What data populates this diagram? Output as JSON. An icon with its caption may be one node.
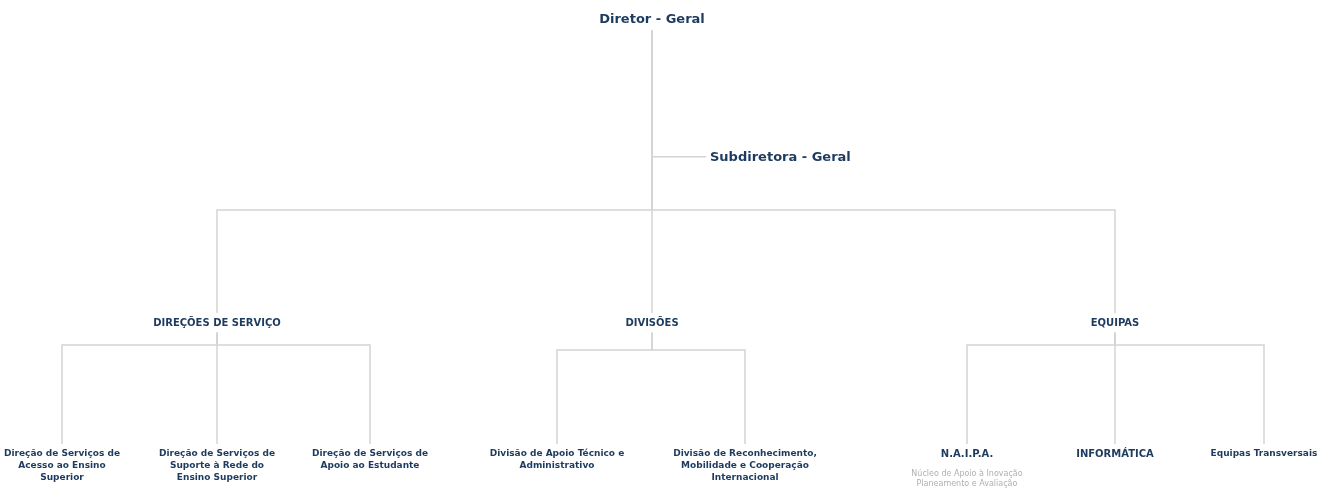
{
  "diagram": {
    "nodes": [
      {
        "text": [
          "Diretor - Geral"
        ]
      },
      {
        "text": [
          "Subdiretora - Geral"
        ]
      },
      {
        "text": [
          "DIREÇÕES DE SERVIÇO"
        ]
      },
      {
        "text": [
          "DIVISÕES"
        ]
      },
      {
        "text": [
          "EQUIPAS"
        ]
      },
      {
        "text": [
          "Direção de Serviços de Acesso ao Ensino Superior"
        ]
      },
      {
        "text": [
          "Direção de Serviços de Suporte à Rede do Ensino Superior"
        ]
      },
      {
        "text": [
          "Direção de Serviços de Apoio ao Estudante"
        ]
      },
      {
        "text": [
          "Divisão de Apoio Técnico e Administrativo"
        ]
      },
      {
        "text": [
          "Divisão de Reconhecimento, Mobilidade e Cooperação Internacional"
        ]
      },
      {
        "text": [
          "N.A.I.P.A.",
          "Núcleo de Apoio à Inovação Planeamento e Avaliação"
        ]
      },
      {
        "text": [
          "INFORMÁTICA"
        ]
      },
      {
        "text": [
          "Equipas Transversais"
        ]
      }
    ],
    "edges": [
      {
        "from": 0,
        "to": 1,
        "arrow": "none"
      },
      {
        "from": 0,
        "to": 2,
        "arrow": "none"
      },
      {
        "from": 0,
        "to": 3,
        "arrow": "none"
      },
      {
        "from": 0,
        "to": 4,
        "arrow": "none"
      },
      {
        "from": 2,
        "to": 5,
        "arrow": "none"
      },
      {
        "from": 2,
        "to": 6,
        "arrow": "none"
      },
      {
        "from": 2,
        "to": 7,
        "arrow": "none"
      },
      {
        "from": 3,
        "to": 8,
        "arrow": "none"
      },
      {
        "from": 3,
        "to": 9,
        "arrow": "none"
      },
      {
        "from": 4,
        "to": 10,
        "arrow": "none"
      },
      {
        "from": 4,
        "to": 11,
        "arrow": "none"
      },
      {
        "from": 4,
        "to": 12,
        "arrow": "none"
      }
    ]
  }
}
